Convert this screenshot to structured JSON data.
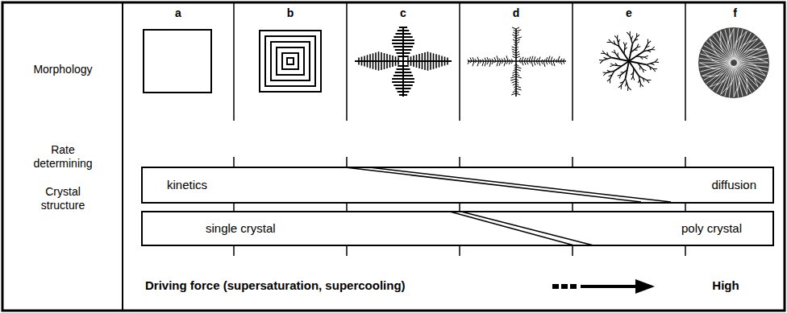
{
  "diagram": {
    "nodes": [
      {
        "text": [
          "kinetics",
          "diffusion"
        ]
      },
      {
        "text": [
          "single crystal",
          "poly crystal"
        ]
      }
    ],
    "labels": [
      "a",
      "b",
      "c",
      "d",
      "e",
      "f",
      "Morphology",
      "Rate determining",
      "Crystal structure",
      "Driving force (supersaturation, supercooling)",
      "High"
    ]
  }
}
